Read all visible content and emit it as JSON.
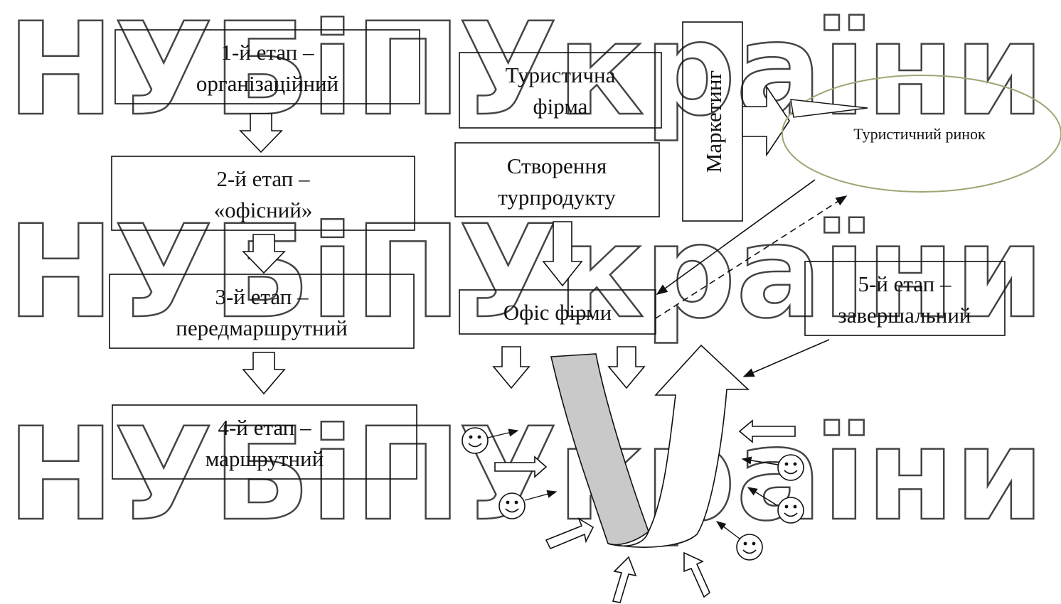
{
  "watermark": {
    "row1_left": "НУБіП",
    "row1_right": "України",
    "row2_left": "НУБіП",
    "row2_right": "України",
    "row3_left": "НУБіП",
    "row3_right": "України"
  },
  "stages": {
    "stage1_line1": "1-й етап –",
    "stage1_line2": "організаційний",
    "stage2_line1": "2-й етап –",
    "stage2_line2": "«офісний»",
    "stage3_line1": "3-й етап –",
    "stage3_line2": "передмаршрутний",
    "stage4_line1": "4-й етап –",
    "stage4_line2": "маршрутний",
    "stage5_line1": "5-й етап –",
    "stage5_line2": "завершальний"
  },
  "nodes": {
    "firm_line1": "Туристична",
    "firm_line2": "фірма",
    "marketing": "Маркетинг",
    "product_line1": "Створення",
    "product_line2": "турпродукту",
    "office": "Офіс фірми",
    "market": "Туристичний  ринок"
  },
  "icons": {
    "tourist": "smiley-face-icon",
    "flow": "block-arrow-icon"
  },
  "colors": {
    "route_band": "#c9c9c9",
    "market_ellipse": "#9aa873",
    "watermark_outline": "#444444"
  }
}
